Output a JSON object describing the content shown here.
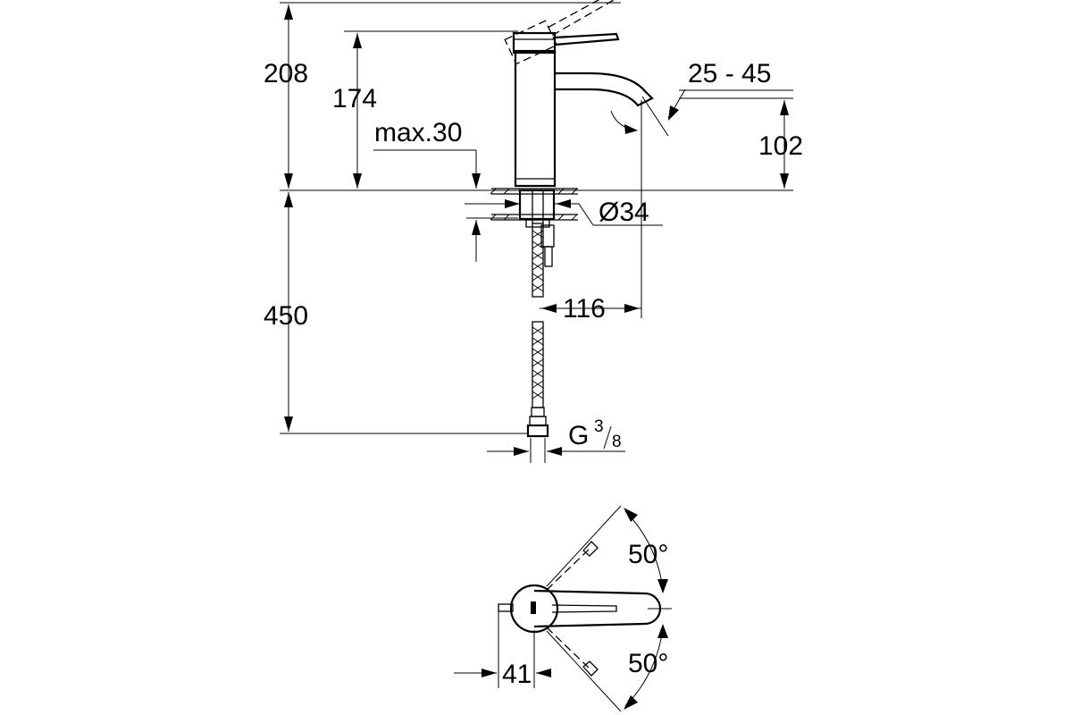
{
  "dimensions": {
    "total_height": "208",
    "spout_height_top": "174",
    "max_deck_thickness": "max.30",
    "lever_angle_range": "25 - 45",
    "spout_outlet_height": "102",
    "mount_hole_diameter": "Ø34",
    "hose_length": "450",
    "spout_reach": "116",
    "connection_thread_main": "G",
    "connection_thread_num": "3",
    "connection_thread_den": "8",
    "lever_rotation_upper": "50°",
    "lever_rotation_lower": "50°",
    "lever_offset": "41"
  },
  "colors": {
    "line": "#000000",
    "background": "#ffffff"
  }
}
